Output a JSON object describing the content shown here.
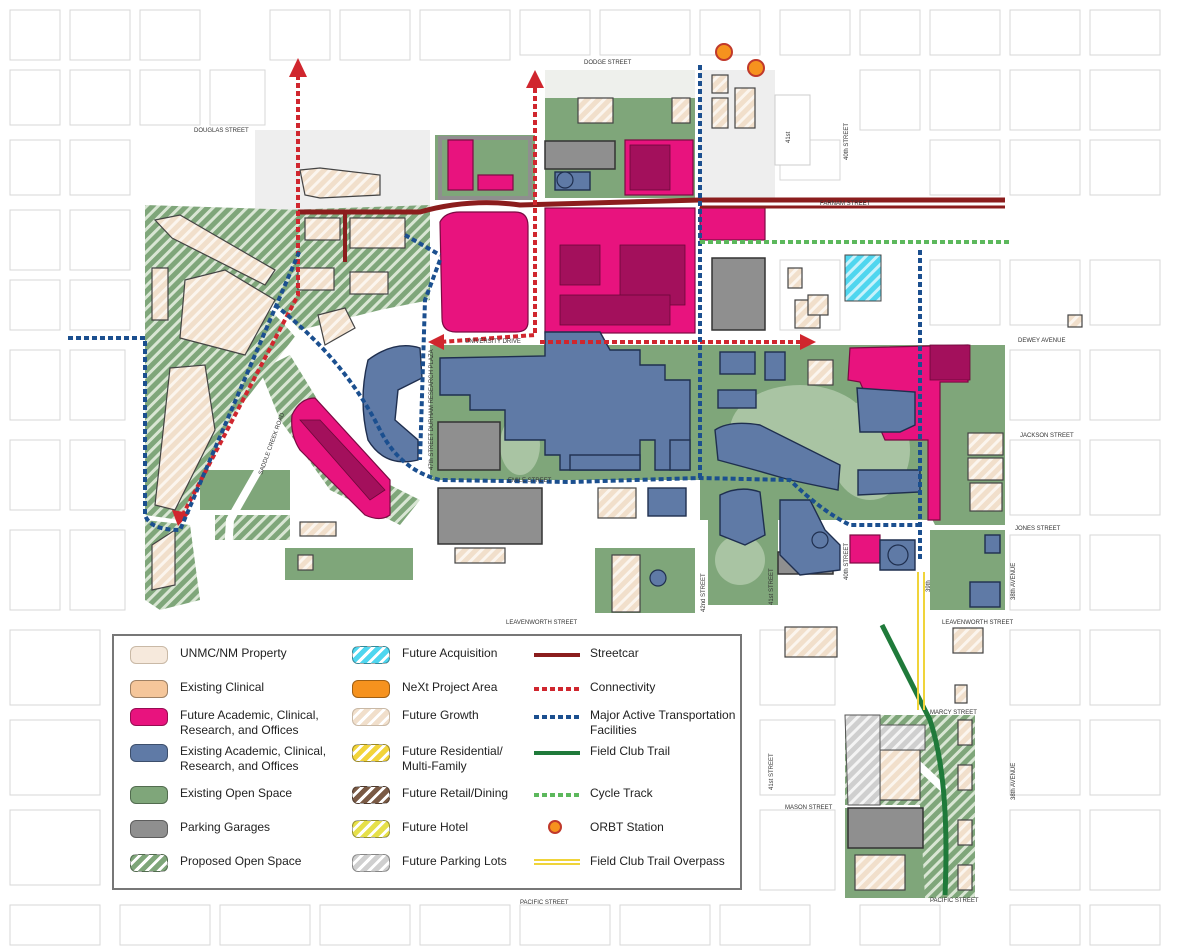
{
  "colors": {
    "property": "#f6e9dc",
    "clinical": "#f5c69a",
    "future_academic": "#e8137e",
    "existing_academic": "#5f7aa6",
    "open_space": "#7fa67a",
    "parking": "#8f8f8f",
    "acquisition": "#4fd6ef",
    "next_area": "#f6921e",
    "growth": "#f1dfcb",
    "residential": "#f2d43a",
    "retail": "#7a5a45",
    "hotel": "#e6e04a",
    "future_parking": "#cfcfcf",
    "streetcar": "#8b1d1d",
    "connectivity": "#d0262e",
    "transport": "#1b4f8f",
    "field_club_trail": "#1f7a3a",
    "cycle_track": "#5cb85c",
    "orbt": "#f6921e",
    "overpass": "#f0d43a"
  },
  "streets": {
    "dodge": "DODGE STREET",
    "douglas": "DOUGLAS STREET",
    "farnam": "FARNAM STREET",
    "dewey": "DEWEY AVENUE",
    "jackson": "JACKSON STREET",
    "jones": "JONES STREET",
    "leavenworth_w": "LEAVENWORTH STREET",
    "leavenworth_e": "LEAVENWORTH STREET",
    "marcy": "MARCY STREET",
    "mason": "MASON STREET",
    "pacific_s": "PACIFIC STREET",
    "pacific_e": "PACIFIC STREET",
    "forty_second": "42nd STREET",
    "forty_first": "41st STREET",
    "forty_first_n": "41st",
    "fortieth": "40th STREET",
    "fortieth_n": "40th STREET",
    "thirty_eighth": "38th AVENUE",
    "thirty_eighth_s": "38th AVENUE",
    "thirty_ninth": "39th",
    "forty_first_s": "41st STREET",
    "saddle_creek": "SADDLE CREEK ROAD",
    "forty_seventh": "47th STREET DURHAM RESEARCH PLAZA",
    "emile": "EMILE STREET",
    "university": "UNIVERSITY DRIVE"
  },
  "legend": {
    "col1": [
      {
        "label": "UNMC/NM Property",
        "swatch": "property"
      },
      {
        "label": "Existing Clinical",
        "swatch": "clinical"
      },
      {
        "label": "Future Academic, Clinical, Research, and Offices",
        "swatch": "future_academic"
      },
      {
        "label": "Existing Academic, Clinical, Research, and Offices",
        "swatch": "existing_academic"
      },
      {
        "label": "Existing Open Space",
        "swatch": "open_space"
      },
      {
        "label": "Parking Garages",
        "swatch": "parking"
      },
      {
        "label": "Proposed Open Space",
        "swatch": "open_space"
      }
    ],
    "col2": [
      {
        "label": "Future Acquisition",
        "swatch": "acquisition"
      },
      {
        "label": "NeXt Project Area",
        "swatch": "next_area"
      },
      {
        "label": "Future Growth",
        "swatch": "growth"
      },
      {
        "label": "Future Residential/ Multi-Family",
        "swatch": "residential"
      },
      {
        "label": "Future Retail/Dining",
        "swatch": "retail"
      },
      {
        "label": "Future Hotel",
        "swatch": "hotel"
      },
      {
        "label": "Future Parking Lots",
        "swatch": "future_parking"
      }
    ],
    "col3": [
      {
        "label": "Streetcar",
        "line": "streetcar"
      },
      {
        "label": "Connectivity",
        "line": "connectivity"
      },
      {
        "label": "Major Active Transportation Facilities",
        "line": "transport"
      },
      {
        "label": "Field Club Trail",
        "line": "field_club_trail"
      },
      {
        "label": "Cycle Track",
        "line": "cycle_track"
      },
      {
        "label": "ORBT Station",
        "line": "orbt"
      },
      {
        "label": "Field Club Trail Overpass",
        "line": "overpass"
      }
    ]
  }
}
